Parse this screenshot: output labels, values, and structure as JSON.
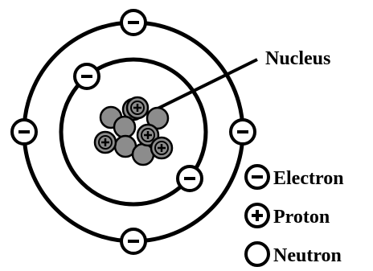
{
  "diagram": {
    "nucleus_label": "Nucleus",
    "legend": [
      {
        "label": "Electron",
        "symbol": "minus"
      },
      {
        "label": "Proton",
        "symbol": "plus"
      },
      {
        "label": "Neutron",
        "symbol": "none"
      }
    ],
    "electron_count": 6,
    "proton_count": 4,
    "colors": {
      "stroke": "#000000",
      "background": "#ffffff",
      "nucleon_fill": "#8c8c8c"
    }
  }
}
